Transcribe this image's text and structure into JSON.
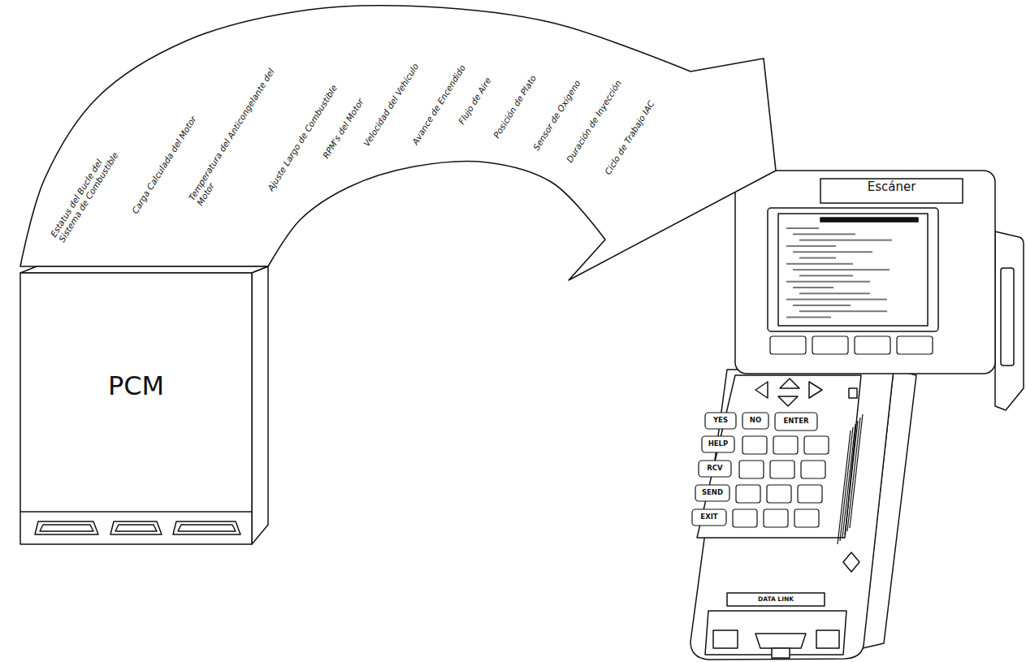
{
  "diagram": {
    "nodes": [
      {
        "text": [
          "PCM"
        ]
      },
      {
        "text": [
          "Escáner"
        ]
      }
    ],
    "edges": [
      {
        "from": 0,
        "to": 1,
        "arrow": "to"
      }
    ],
    "labels": [
      "Estatus del Bucle del Sistema de Combustible",
      "Carga Calculada del Motor",
      "Temperatura del Anticongelante del Motor",
      "Ajuste Largo de Combustible",
      "RPM's del Motor",
      "Velocidad del Vehículo",
      "Avance de Encendido",
      "Flujo de Aire",
      "Posición de Plato",
      "Sensor de Oxígeno",
      "Duración de Inyección",
      "Ciclo de Trabajo IAC",
      "YES",
      "NO",
      "ENTER",
      "HELP",
      "RCV",
      "SEND",
      "EXIT",
      "DATA LINK"
    ]
  }
}
